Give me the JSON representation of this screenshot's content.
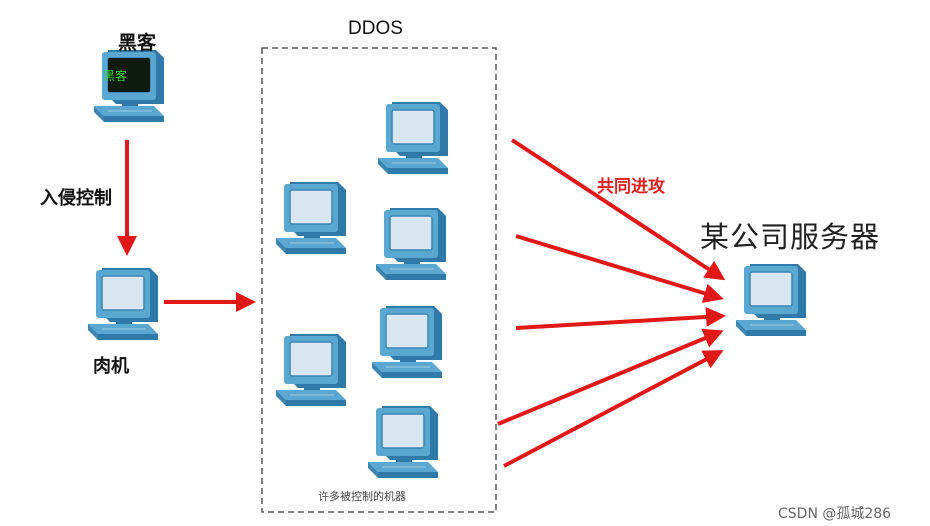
{
  "labels": {
    "hacker": "黑客",
    "hacker_screen": "黑客",
    "invade_control": "入侵控制",
    "zombie": "肉机",
    "ddos": "DDOS",
    "many_controlled": "许多被控制的机器",
    "joint_attack": "共同进攻",
    "target_server": "某公司服务器",
    "watermark": "CSDN @孤城286"
  },
  "icons": {
    "computer": "computer-icon",
    "arrow": "red-arrow"
  },
  "colors": {
    "arrow": "#e01818",
    "monitor": "#5aa8d2",
    "monitor_dark": "#2f7aa8",
    "screen": "#d9e6f2",
    "hacker_screen": "#0e1a0e",
    "hacker_text": "#36d136",
    "dashed_border": "#555555"
  }
}
